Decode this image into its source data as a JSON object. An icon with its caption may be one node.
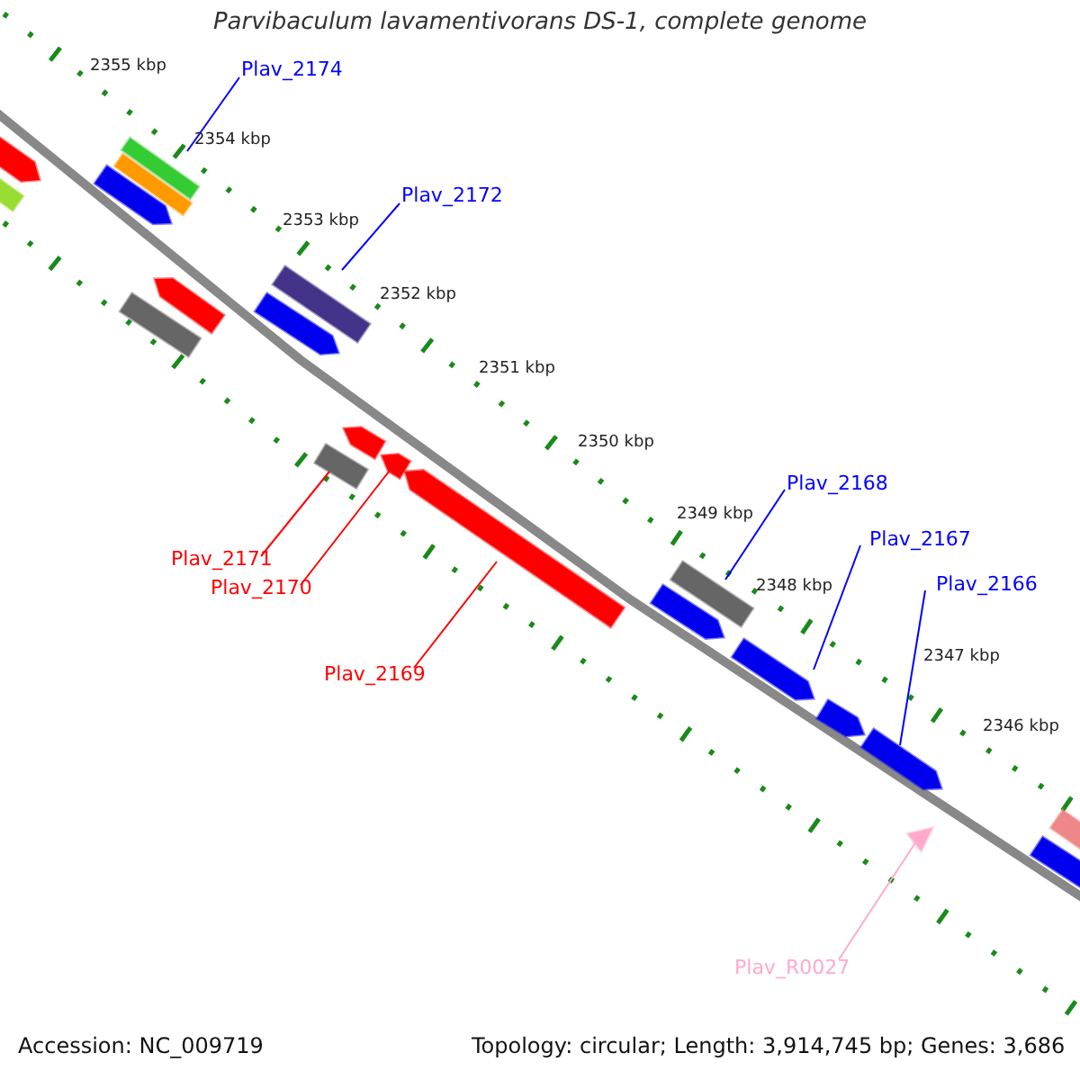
{
  "diagram": {
    "title": "Parvibaculum lavamentivorans DS-1, complete genome",
    "nodes": [
      {
        "text": [
          "Plav_2174"
        ]
      },
      {
        "text": [
          "Plav_2172"
        ]
      },
      {
        "text": [
          "Plav_2171"
        ]
      },
      {
        "text": [
          "Plav_2170"
        ]
      },
      {
        "text": [
          "Plav_2169"
        ]
      },
      {
        "text": [
          "Plav_2168"
        ]
      },
      {
        "text": [
          "Plav_2167"
        ]
      },
      {
        "text": [
          "Plav_2166"
        ]
      },
      {
        "text": [
          "Plav_R0027"
        ]
      },
      {
        "text": [],
        "shape": "pentagon"
      },
      {
        "text": [],
        "shape": "bar"
      },
      {
        "text": [],
        "shape": "pentagon"
      },
      {
        "text": [],
        "shape": "bar"
      },
      {
        "text": [],
        "shape": "bar"
      },
      {
        "text": [],
        "shape": "bar"
      },
      {
        "text": [],
        "shape": "pentagon"
      },
      {
        "text": [],
        "shape": "pentagon"
      },
      {
        "text": [],
        "shape": "bar"
      },
      {
        "text": [],
        "shape": "bar"
      },
      {
        "text": [],
        "shape": "pentagon"
      },
      {
        "text": [],
        "shape": "pentagon"
      },
      {
        "text": [],
        "shape": "pentagon"
      },
      {
        "text": [],
        "shape": "pentagon"
      },
      {
        "text": [],
        "shape": "bar"
      },
      {
        "text": [],
        "shape": "pentagon"
      },
      {
        "text": [],
        "shape": "pentagon"
      },
      {
        "text": [],
        "shape": "pentagon"
      },
      {
        "text": [],
        "shape": "triangle"
      },
      {
        "text": [],
        "shape": "bar"
      },
      {
        "text": [],
        "shape": "bar"
      }
    ],
    "edges": [
      {
        "from": 0,
        "to": 13,
        "arrow": "none"
      },
      {
        "from": 1,
        "to": 17,
        "arrow": "none"
      },
      {
        "from": 2,
        "to": 18,
        "arrow": "none",
        "color": "#ff0000"
      },
      {
        "from": 3,
        "to": 20,
        "arrow": "none",
        "color": "#ff0000"
      },
      {
        "from": 4,
        "to": 21,
        "arrow": "none",
        "color": "#ff0000"
      },
      {
        "from": 5,
        "to": 23,
        "arrow": "none"
      },
      {
        "from": 6,
        "to": 24,
        "arrow": "none"
      },
      {
        "from": 7,
        "to": 26,
        "arrow": "none"
      },
      {
        "from": 8,
        "to": 27,
        "arrow": "none",
        "color": "#ffaacc"
      }
    ],
    "labels": [
      "2355 kbp",
      "2354 kbp",
      "2353 kbp",
      "2352 kbp",
      "2351 kbp",
      "2350 kbp",
      "2349 kbp",
      "2348 kbp",
      "2347 kbp",
      "2346 kbp",
      "Accession: NC_009719",
      "Topology: circular; Length: 3,914,745 bp; Genes: 3,686"
    ]
  }
}
